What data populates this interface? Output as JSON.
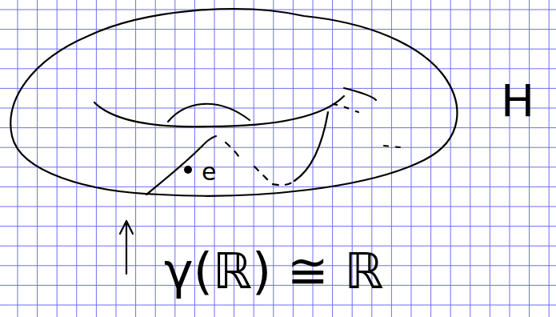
{
  "diagram": {
    "labels": [
      "e",
      "γ(ℝ) ≅ ℝ",
      "H"
    ]
  }
}
